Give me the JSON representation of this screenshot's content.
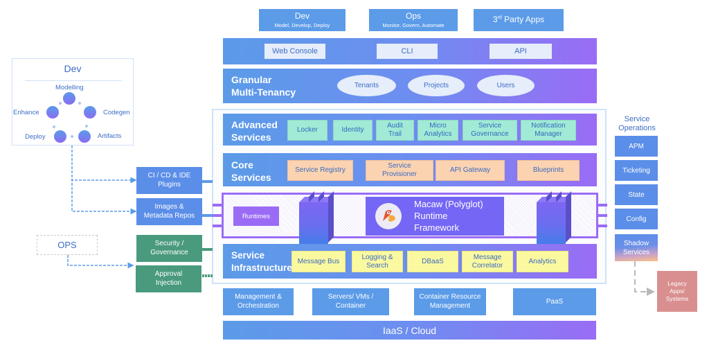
{
  "top_boxes": [
    {
      "title": "Dev",
      "subtitle": "Model, Develop, Deploy"
    },
    {
      "title": "Ops",
      "subtitle": "Monitor, Govern, Automate"
    },
    {
      "title_main": "3",
      "title_sup": "rd",
      "title_rest": " Party Apps"
    }
  ],
  "access_layer": {
    "items": [
      "Web Console",
      "CLI",
      "API"
    ]
  },
  "tenancy": {
    "title_line1": "Granular",
    "title_line2": "Multi-Tenancy",
    "items": [
      "Tenants",
      "Projects",
      "Users"
    ]
  },
  "advanced_services": {
    "title_line1": "Advanced",
    "title_line2": "Services",
    "items": [
      [
        "Locker"
      ],
      [
        "Identity"
      ],
      [
        "Audit",
        "Trail"
      ],
      [
        "Micro",
        "Analytics"
      ],
      [
        "Service",
        "Governance"
      ],
      [
        "Notification",
        "Manager"
      ]
    ]
  },
  "core_services": {
    "title_line1": "Core",
    "title_line2": "Services",
    "items": [
      [
        "Service Registry"
      ],
      [
        "Service",
        "Provisioner"
      ],
      [
        "API Gateway"
      ],
      [
        "Blueprints"
      ]
    ]
  },
  "runtime": {
    "runtimes_label": "Runtimes",
    "framework_line1": "Macaw (Polyglot)",
    "framework_line2": "Runtime",
    "framework_line3": "Framework",
    "logo_icon": "macaw-parrot-icon"
  },
  "service_infrastructure": {
    "title_line1": "Service",
    "title_line2": "Infrastructure",
    "items": [
      [
        "Message Bus"
      ],
      [
        "Logging &",
        "Search"
      ],
      [
        "DBaaS"
      ],
      [
        "Message",
        "Correlator"
      ],
      [
        "Analytics"
      ]
    ]
  },
  "platform": {
    "items": [
      [
        "Management &",
        "Orchestration"
      ],
      [
        "Servers/ VMs /",
        "Container"
      ],
      [
        "Container Resource",
        "Management"
      ],
      [
        "PaaS"
      ]
    ],
    "base": "IaaS / Cloud"
  },
  "dev_panel": {
    "title": "Dev",
    "cycle": [
      "Modelling",
      "Codegen",
      "Artifacts",
      "Deploy",
      "Enhance"
    ]
  },
  "ops_panel": {
    "title": "OPS"
  },
  "left_boxes": {
    "cicd": [
      "CI / CD & IDE",
      "Plugins"
    ],
    "images": [
      "Images &",
      "Metadata Repos"
    ],
    "security": [
      "Security /",
      "Governance"
    ],
    "approval": [
      "Approval",
      "Injection"
    ]
  },
  "service_operations": {
    "title_line1": "Service",
    "title_line2": "Operations",
    "items": [
      "APM",
      "Ticketing",
      "State",
      "Config"
    ],
    "shadow": [
      "Shadow",
      "Services"
    ],
    "legacy": [
      "Legacy",
      "Apps/",
      "Systems"
    ]
  },
  "colors": {
    "primary_blue": "#5b9be8",
    "gradient_purple": "#9a6cf5",
    "advanced_teal": "#a2ead6",
    "core_peach": "#fbd3b1",
    "infra_yellow": "#fbf9a0",
    "governance_green": "#4a9a7e",
    "legacy_red": "#d98f8f"
  }
}
